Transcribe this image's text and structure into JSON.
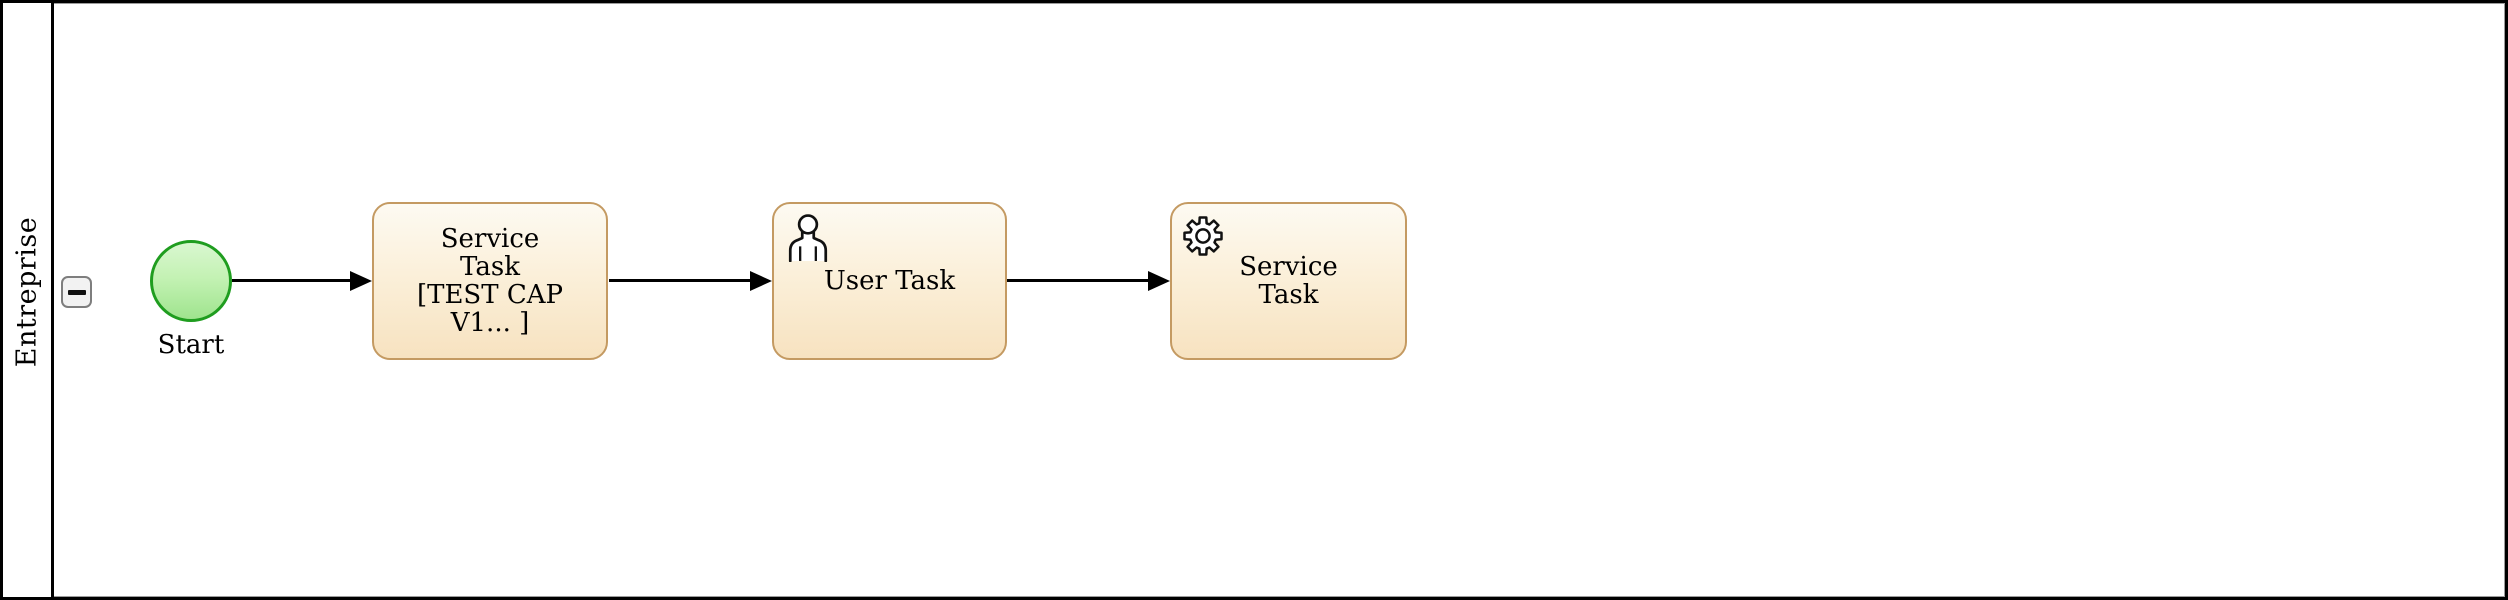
{
  "pool": {
    "lane_label": "Entreprise",
    "collapse_icon": "minus-icon"
  },
  "process": {
    "start_event": {
      "label": "Start"
    },
    "tasks": [
      {
        "name": "service-task-1",
        "icon": "none",
        "lines": [
          "Service",
          "Task",
          "[TEST CAP",
          "V1... ]"
        ]
      },
      {
        "name": "user-task",
        "icon": "user-icon",
        "lines": [
          "User Task"
        ]
      },
      {
        "name": "service-task-2",
        "icon": "gear-icon",
        "lines": [
          "Service",
          "Task"
        ]
      }
    ],
    "connectors": [
      {
        "from": "start-event",
        "to": "service-task-1"
      },
      {
        "from": "service-task-1",
        "to": "user-task"
      },
      {
        "from": "user-task",
        "to": "service-task-2"
      }
    ]
  },
  "colors": {
    "pool_border": "#000000",
    "inner_lane_border": "#9c9c9c",
    "task_border": "#c49a62",
    "task_fill_top": "#fdfaf2",
    "task_fill_bottom": "#f7e2c0",
    "start_border": "#1f9d1f",
    "start_fill_top": "#d9f7d0",
    "start_fill_bottom": "#9fe48e",
    "connector": "#000000",
    "collapse_bg": "#f2f2f2",
    "collapse_border": "#7e7e7e"
  }
}
